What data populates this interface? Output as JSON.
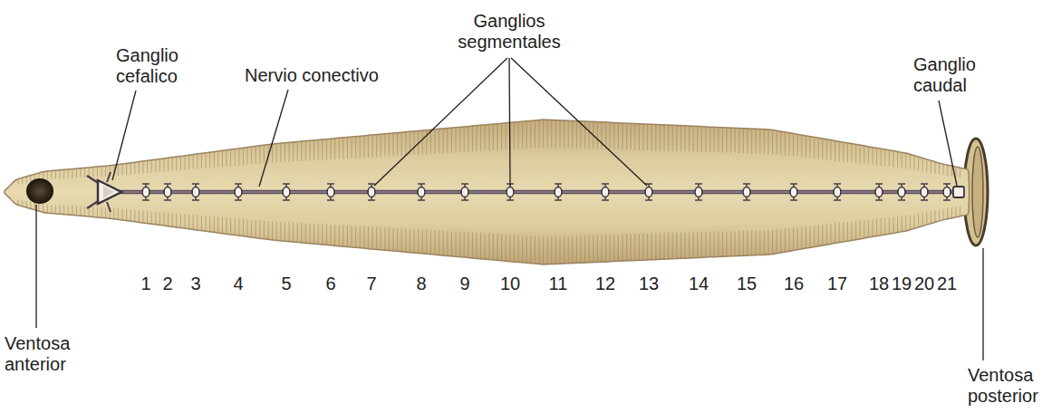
{
  "diagram": {
    "labels": [
      "Ganglio cefalico",
      "Nervio conectivo",
      "Ganglios segmentales",
      "Ganglio caudal",
      "Ventosa anterior",
      "Ventosa posterior",
      "1",
      "2",
      "3",
      "4",
      "5",
      "6",
      "7",
      "8",
      "9",
      "10",
      "11",
      "12",
      "13",
      "14",
      "15",
      "16",
      "17",
      "18",
      "19",
      "20",
      "21"
    ]
  }
}
